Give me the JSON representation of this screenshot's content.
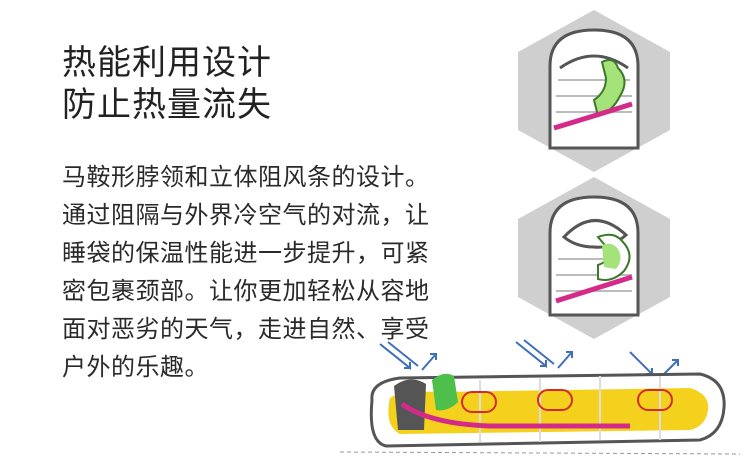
{
  "headline": {
    "line1": "热能利用设计",
    "line2": "防止热量流失"
  },
  "description": {
    "lines": [
      "马鞍形脖领和立体阻风条的设计。",
      "通过阻隔与外界冷空气的对流，让",
      "睡袋的保温性能进一步提升，可紧",
      "密包裹颈部。让你更加轻松从容地",
      "面对恶劣的天气，走进自然、享受",
      "户外的乐趣。"
    ]
  },
  "colors": {
    "hex_bg": "#cfcfcf",
    "collar_green": "#a6e27a",
    "strip_pink": "#d42a8a",
    "bag_yellow": "#f4d11c",
    "arrow_blue": "#3f6fb8",
    "dark_gray": "#555555"
  }
}
